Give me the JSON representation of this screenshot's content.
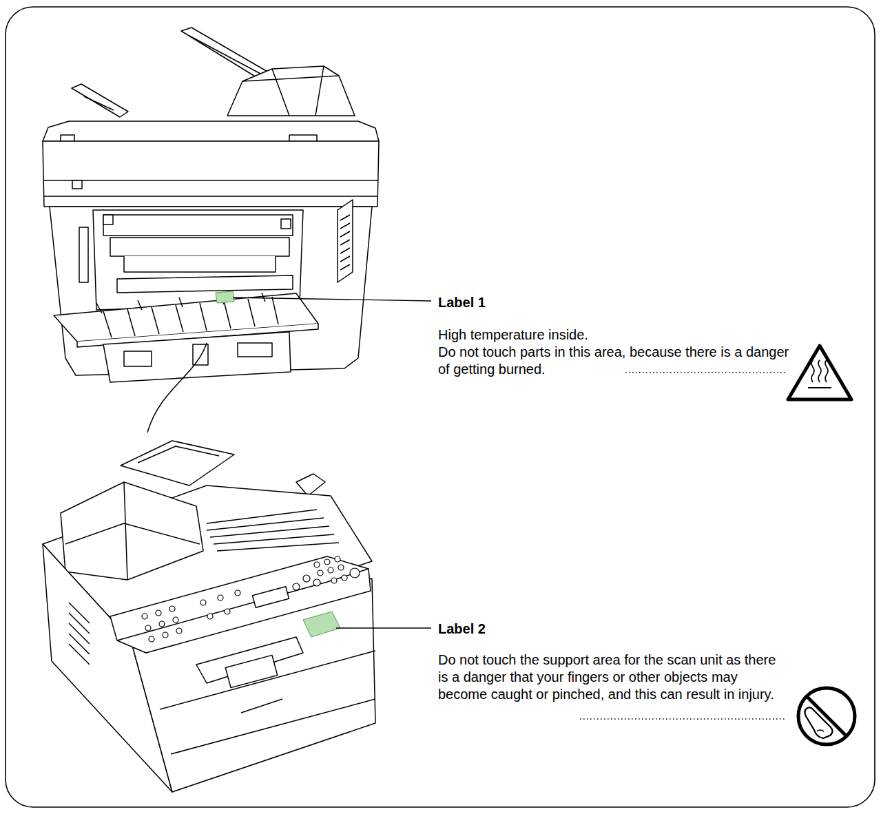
{
  "diagram": {
    "labels": [
      "Label 1",
      "High temperature inside.",
      "Do not touch parts in this area, because there is a danger of getting burned.",
      "Label 2",
      "Do not touch the support area for the scan unit as there is a danger that your fingers or other objects may become caught or pinched, and this can result in injury."
    ]
  }
}
